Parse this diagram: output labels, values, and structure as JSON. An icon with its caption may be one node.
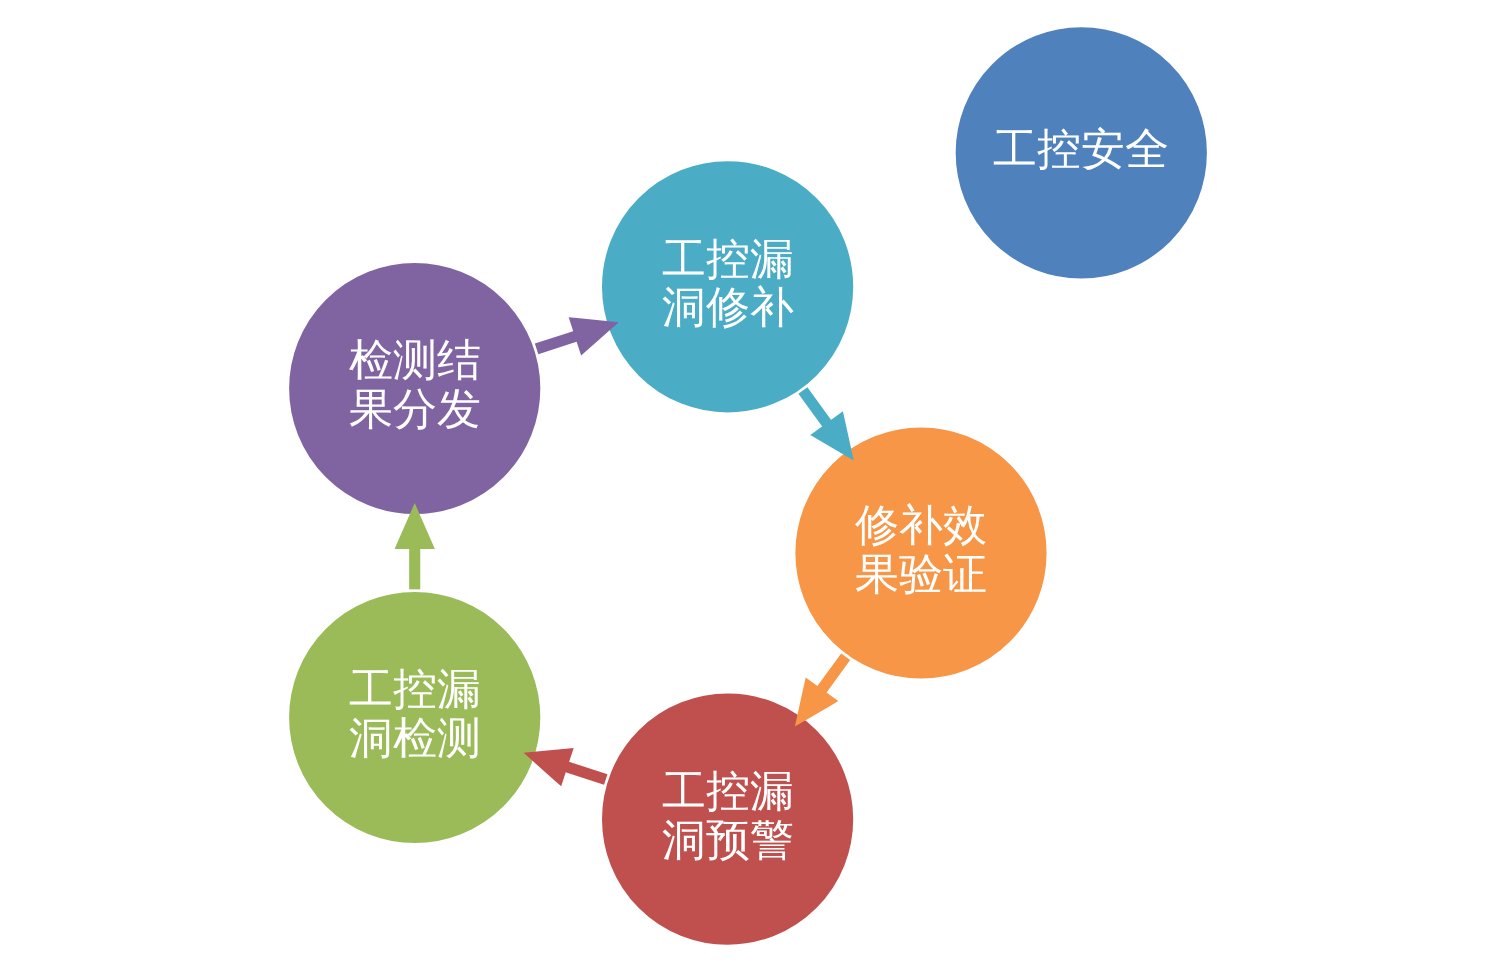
{
  "diagram": {
    "nodes": [
      {
        "text": [
          "工控漏洞预警"
        ]
      },
      {
        "text": [
          "工控漏洞检测"
        ]
      },
      {
        "text": [
          "检测结果分发"
        ]
      },
      {
        "text": [
          "工控漏洞修补"
        ]
      },
      {
        "text": [
          "修补效果验证"
        ]
      },
      {
        "text": [
          "工控安全"
        ]
      }
    ],
    "edges": [
      {
        "from": 0,
        "to": 1,
        "arrow": "to",
        "color": "#c0504d"
      },
      {
        "from": 1,
        "to": 2,
        "arrow": "to",
        "color": "#9bbb59"
      },
      {
        "from": 2,
        "to": 3,
        "arrow": "to",
        "color": "#8064a2"
      },
      {
        "from": 3,
        "to": 4,
        "arrow": "to",
        "color": "#4bacc6"
      },
      {
        "from": 4,
        "to": 0,
        "arrow": "to",
        "color": "#f79646"
      }
    ]
  }
}
